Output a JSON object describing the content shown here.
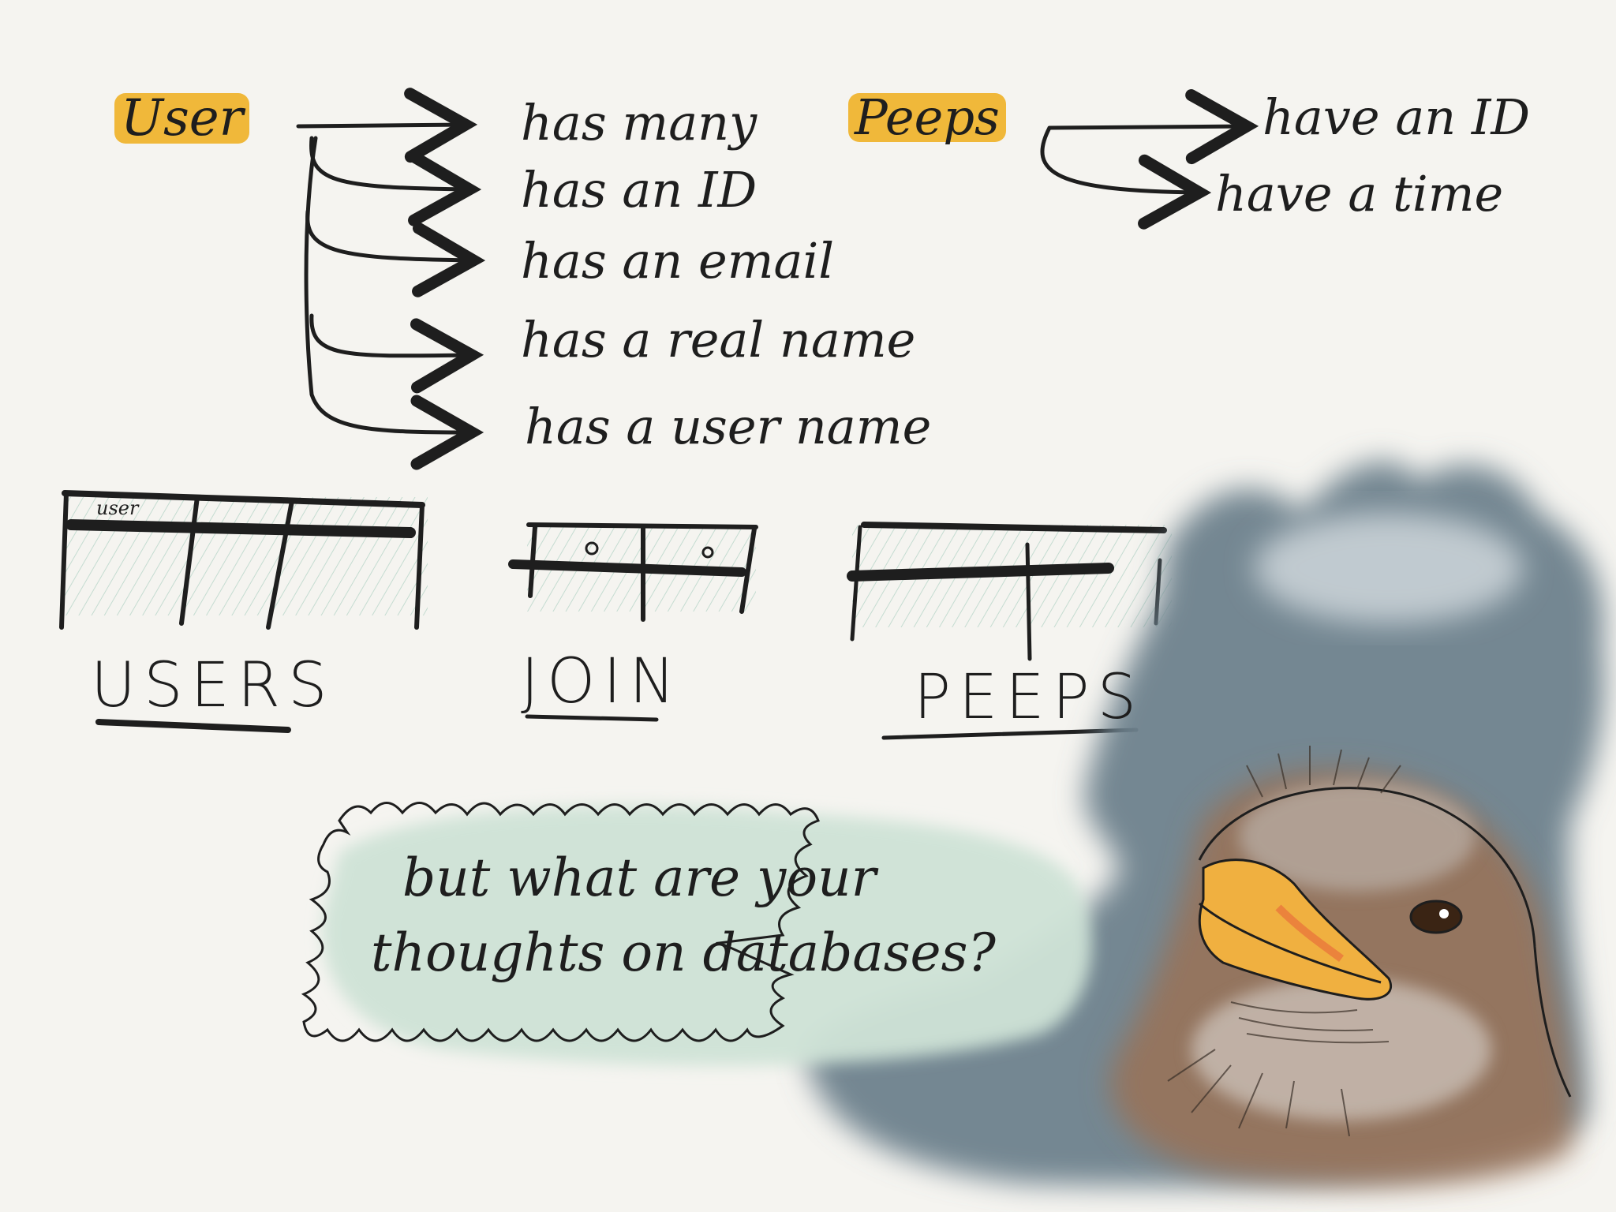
{
  "colors": {
    "ink": "#1e1e1e",
    "highlight": "#f0b83a",
    "paper": "#f5f4f0",
    "bubble_fill": "#cfe3d6",
    "cloud_fill": "#6d818c",
    "bird_brown": "#9a7256",
    "beak": "#f0b040"
  },
  "entity": {
    "label": "User",
    "relations": [
      "has many",
      "has an ID",
      "has an email",
      "has a real name",
      "has a user name"
    ],
    "related_entity": "Peeps",
    "related_attributes": [
      "have an ID",
      "have a time"
    ]
  },
  "tables": {
    "users": {
      "title": "USERS",
      "header_cell": "user"
    },
    "join": {
      "title": "JOIN",
      "cells": [
        "o",
        "o"
      ]
    },
    "peeps": {
      "title": "PEEPS"
    }
  },
  "speech_bubble": {
    "line1": "but what are your",
    "line2": "thoughts on databases?"
  },
  "icons": {
    "arrow": "arrow-right-icon",
    "bird": "bird-illustration"
  }
}
